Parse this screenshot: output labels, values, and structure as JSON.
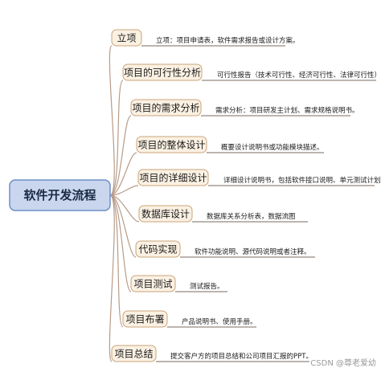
{
  "diagram": {
    "root": {
      "label": "软件开发流程"
    },
    "branches": [
      {
        "label": "立项",
        "description": "立项：项目申请表，软件需求报告或设计方案。"
      },
      {
        "label": "项目的可行性分析",
        "description": "可行性报告（技术可行性、经济可行性、法律可行性）"
      },
      {
        "label": "项目的需求分析",
        "description": "需求分析：项目研发主计划、需求规格说明书。"
      },
      {
        "label": "项目的整体设计",
        "description": "概要设计说明书或功能模块描述。"
      },
      {
        "label": "项目的详细设计",
        "description": "详细设计说明书，包括软件接口说明、单元测试计划。"
      },
      {
        "label": "数据库设计",
        "description": "数据库关系分析表，数据流图"
      },
      {
        "label": "代码实现",
        "description": "软件功能说明、源代码说明或者注释。"
      },
      {
        "label": "项目测试",
        "description": "测试报告。"
      },
      {
        "label": "项目布署",
        "description": "产品说明书、使用手册。"
      },
      {
        "label": "项目总结",
        "description": "提交客户方的项目总结和公司项目汇报的PPT。"
      }
    ],
    "colors": {
      "root_fill": "#c9d6ee",
      "root_stroke": "#6f8fc6",
      "node_fill": "#fbf1e3",
      "node_stroke": "#c9a47a",
      "line": "#b89b88",
      "desc_line": "#7a6a5e"
    }
  },
  "watermark": "CSDN @尊老爱幼"
}
